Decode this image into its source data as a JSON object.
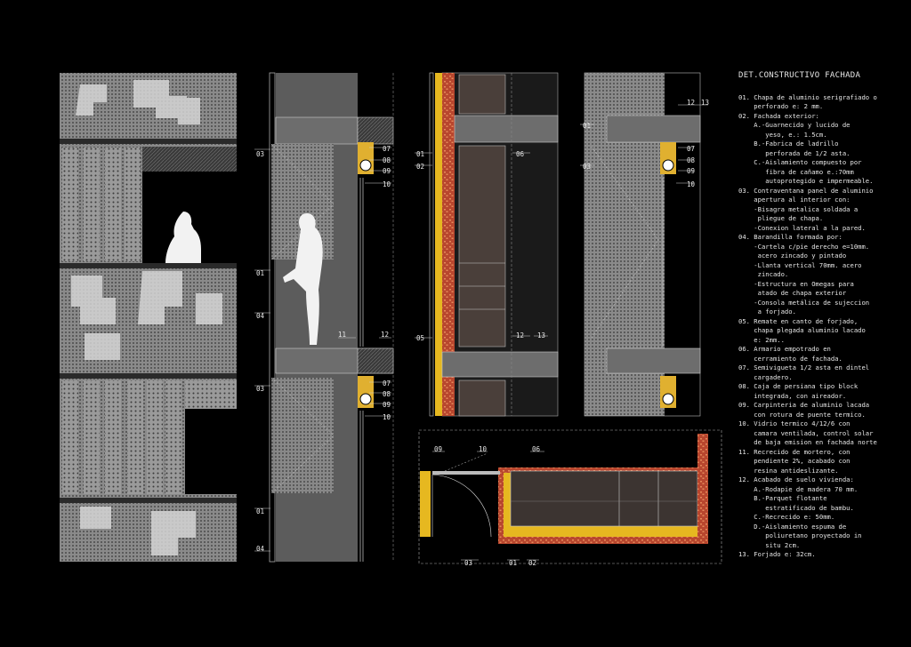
{
  "legend": {
    "title": "DET.CONSTRUCTIVO FACHADA",
    "items": [
      "01. Chapa de aluminio serigrafiado o",
      "    perforado e: 2 mm.",
      "02. Fachada exterior:",
      "    A.-Guarnecido y lucido de",
      "       yeso, e.: 1.5cm.",
      "    B.-Fabrica de ladrillo",
      "       perforada de 1/2 asta.",
      "    C.-Aislamiento compuesto por",
      "       fibra de cañamo e.:70mm",
      "       autoprotegido e impermeable.",
      "03. Contraventana panel de aluminio",
      "    apertura al interior con:",
      "    -Bisagra metalica soldada a",
      "     pliegue de chapa.",
      "    -Conexion lateral a la pared.",
      "04. Barandilla formada por:",
      "    -Cartela c/pie derecho e=10mm.",
      "     acero zincado y pintado",
      "    -Llanta vertical 70mm. acero",
      "     zincado.",
      "    -Estructura en Omegas para",
      "     atado de chapa exterior",
      "    -Consola metálica de sujeccion",
      "     a forjado.",
      "05. Remate en canto de forjado,",
      "    chapa plegada aluminio lacado",
      "    e: 2mm..",
      "06. Armario empotrado en",
      "    cerramiento de fachada.",
      "07. Semivigueta 1/2 asta en dintel",
      "    cargadero.",
      "08. Caja de persiana tipo block",
      "    integrada, con aireador.",
      "09. Carpinteria de aluminio lacada",
      "    con rotura de puente termico.",
      "10. Vidrio termico 4/12/6 con",
      "    camara ventilada, control solar",
      "    de baja emision en fachada norte",
      "11. Recrecido de mortero, con",
      "    pendiente 2%, acabado con",
      "    resina antideslizante.",
      "12. Acabado de suelo vivienda:",
      "    A.-Rodapie de madera 70 mm.",
      "    B.-Parquet flotante",
      "       estratificado de bambu.",
      "    C.-Recrecido e: 50mm.",
      "    D.-Aislamiento espuma de",
      "       poliuretano proyectado in",
      "       situ 2cm.",
      "13. Forjado e: 32cm."
    ]
  },
  "section": {
    "labels_left": [
      "03",
      "01",
      "04",
      "03",
      "01",
      "04"
    ],
    "labels_right": [
      "07",
      "08",
      "09",
      "10",
      "11",
      "12",
      "07",
      "08",
      "09",
      "10"
    ]
  },
  "section2": {
    "labels_left": [
      "01",
      "02",
      "05"
    ],
    "labels_right": [
      "06",
      "12",
      "13"
    ]
  },
  "section3": {
    "labels_left": [
      "01",
      "03"
    ],
    "labels_right": [
      "12",
      "13",
      "07",
      "08",
      "09",
      "10"
    ]
  },
  "plan": {
    "labels_top": [
      "09",
      "10",
      "06"
    ],
    "labels_bottom": [
      "03",
      "01",
      "02"
    ]
  }
}
